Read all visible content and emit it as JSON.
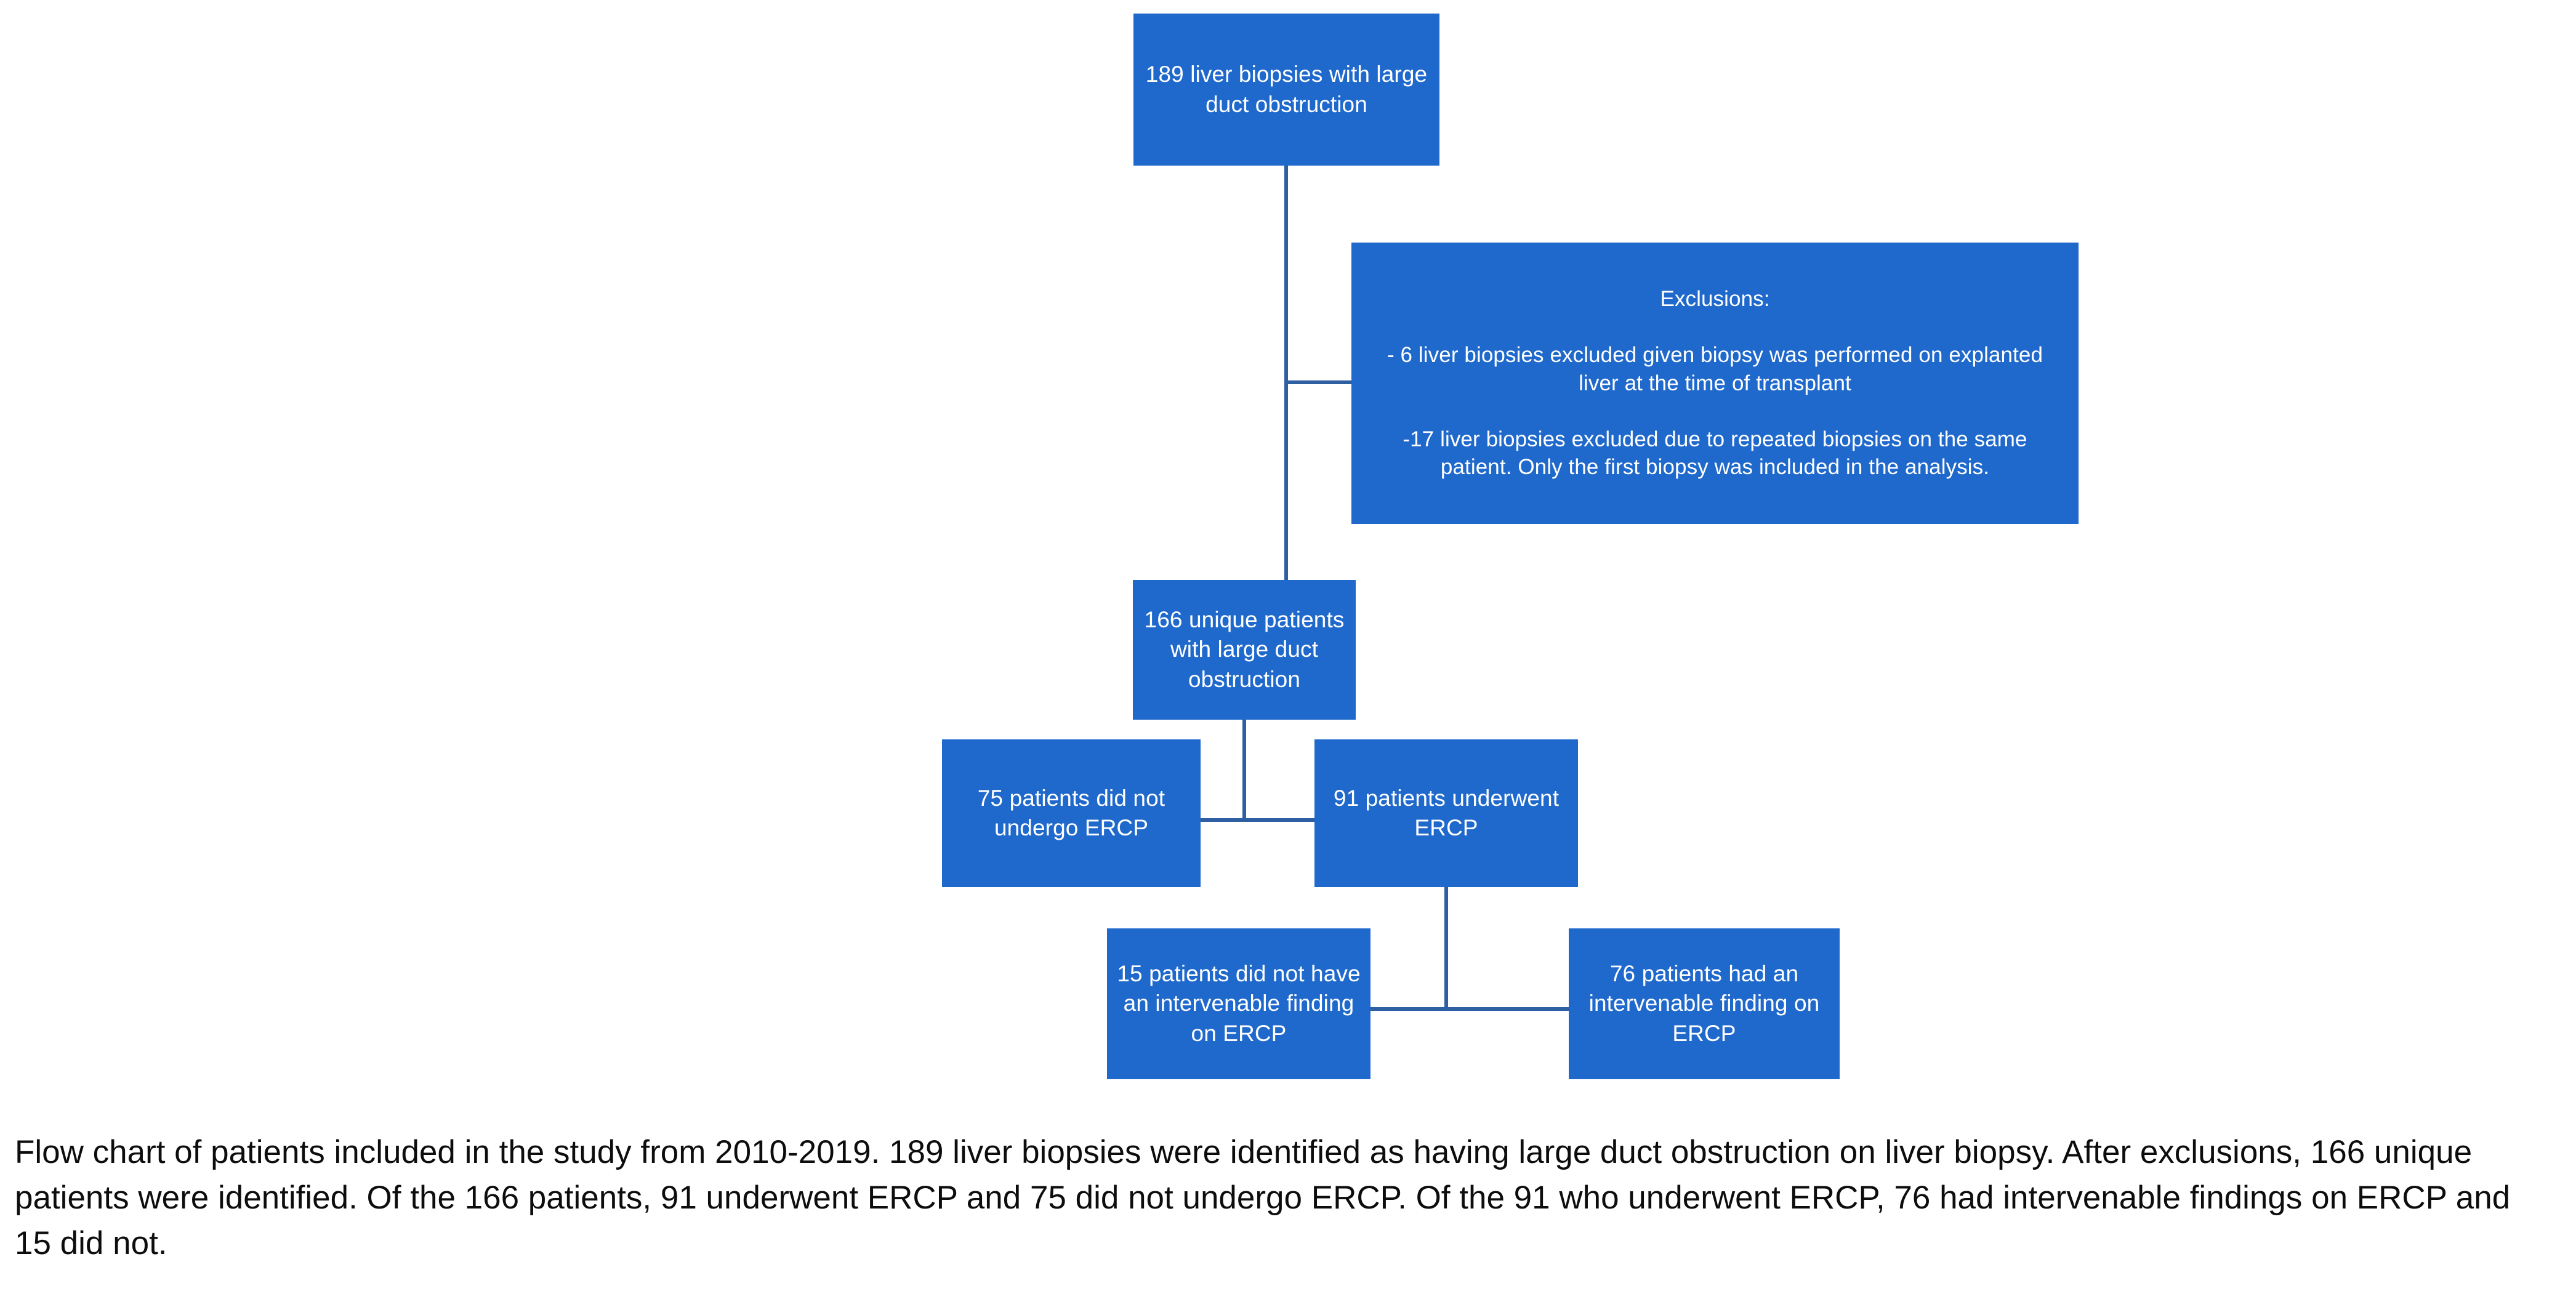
{
  "figure": {
    "type": "flowchart",
    "title": "Patient inclusion flow chart",
    "colors": {
      "node_fill": "#1F69CC",
      "node_text": "#FFFFFF",
      "connector": "#2E5FA3",
      "background": "#FFFFFF",
      "caption_text": "#0D0D0D"
    },
    "nodes": [
      {
        "id": "biopsies",
        "label": "189 liver biopsies with large duct obstruction",
        "count": 189,
        "unit": "liver biopsies"
      },
      {
        "id": "exclusions",
        "label": "Exclusions:\n\n- 6 liver biopsies excluded given biopsy was performed on explanted liver at the time of transplant\n\n-17 liver biopsies excluded due to repeated biopsies on the same patient. Only the first biopsy was included in the analysis.",
        "heading": "Exclusions:",
        "items": [
          "- 6 liver biopsies excluded given biopsy was performed on explanted liver at the time of transplant",
          "-17 liver biopsies excluded due to repeated biopsies on the same patient. Only the first biopsy was included in the analysis."
        ]
      },
      {
        "id": "unique",
        "label": "166 unique patients with large duct obstruction",
        "count": 166,
        "unit": "unique patients"
      },
      {
        "id": "no_ercp",
        "label": "75 patients did not undergo ERCP",
        "count": 75,
        "unit": "patients"
      },
      {
        "id": "ercp",
        "label": "91 patients underwent ERCP",
        "count": 91,
        "unit": "patients"
      },
      {
        "id": "no_finding",
        "label": "15 patients did not have an intervenable finding on ERCP",
        "count": 15,
        "unit": "patients"
      },
      {
        "id": "finding",
        "label": "76 patients had an intervenable finding on ERCP",
        "count": 76,
        "unit": "patients"
      }
    ],
    "edges": [
      {
        "from": "biopsies",
        "to": "unique"
      },
      {
        "from": "biopsies",
        "to": "exclusions"
      },
      {
        "from": "unique",
        "to": "no_ercp"
      },
      {
        "from": "unique",
        "to": "ercp"
      },
      {
        "from": "ercp",
        "to": "no_finding"
      },
      {
        "from": "ercp",
        "to": "finding"
      }
    ]
  },
  "caption": {
    "text": "Flow chart of patients included in the study from 2010-2019. 189 liver biopsies were identified as having large duct obstruction on liver biopsy. After exclusions, 166 unique patients were identified.  Of the 166 patients, 91 underwent ERCP and 75 did not undergo ERCP. Of the 91 who underwent ERCP, 76 had intervenable findings on ERCP and 15 did not."
  }
}
